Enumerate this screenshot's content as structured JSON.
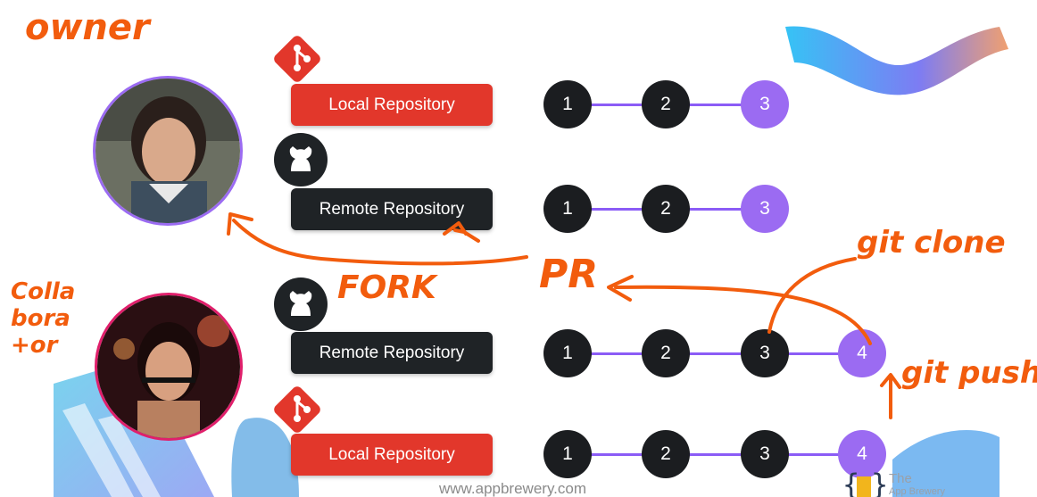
{
  "rows": [
    {
      "type": "local",
      "label": "Local Repository",
      "commits": [
        "1",
        "2",
        "3"
      ],
      "highlight": [
        false,
        false,
        true
      ]
    },
    {
      "type": "remote",
      "label": "Remote Repository",
      "commits": [
        "1",
        "2",
        "3"
      ],
      "highlight": [
        false,
        false,
        true
      ]
    },
    {
      "type": "remote",
      "label": "Remote Repository",
      "commits": [
        "1",
        "2",
        "3",
        "4"
      ],
      "highlight": [
        false,
        false,
        false,
        true
      ]
    },
    {
      "type": "local",
      "label": "Local Repository",
      "commits": [
        "1",
        "2",
        "3",
        "4"
      ],
      "highlight": [
        false,
        false,
        false,
        true
      ]
    }
  ],
  "annotations": {
    "owner": "owner",
    "collaborator": "Colla bora +or",
    "fork": "FORK",
    "pr": "PR",
    "git_clone": "git clone",
    "git_push": "git push"
  },
  "footer": {
    "url": "www.appbrewery.com"
  },
  "logo": {
    "line1": "The",
    "line2": "App Brewery"
  },
  "colors": {
    "local": "#e2372b",
    "remote": "#1f2326",
    "commit_dark": "#1b1d20",
    "commit_highlight": "#9b6bf2",
    "link": "#8b5cf6",
    "annotation": "#f25c0d"
  },
  "icons": [
    "git-logo-icon",
    "github-octocat-icon"
  ]
}
